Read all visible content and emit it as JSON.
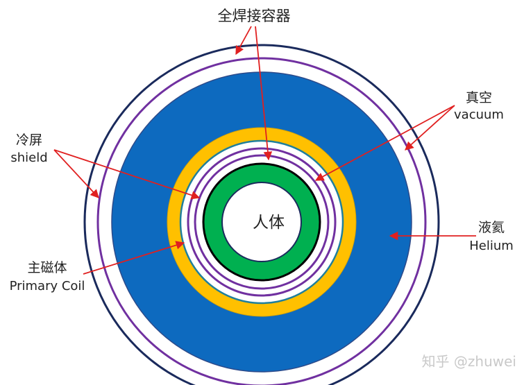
{
  "labels": {
    "vessel": "全焊接容器",
    "vacuum_zh": "真空",
    "vacuum_en": "vacuum",
    "shield_zh": "冷屏",
    "shield_en": "shield",
    "helium_zh": "液氦",
    "helium_en": "Helium",
    "coil_zh": "主磁体",
    "coil_en": "Primary Coil",
    "body": "人体"
  },
  "watermark": "知乎 @zhuwei",
  "colors": {
    "outer_vessel": "#1a2a5c",
    "shield": "#7030a0",
    "helium": "#0d6abf",
    "primary_coil": "#ffc000",
    "inner_bore": "#1f7f9c",
    "green_ring": "#00b050",
    "arrow": "#e02020",
    "ring_outline": "#000000"
  }
}
